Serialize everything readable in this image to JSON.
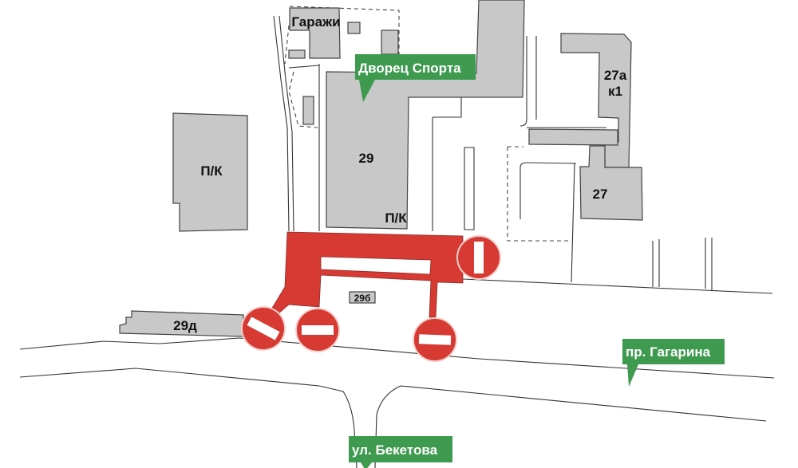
{
  "map": {
    "buildings": {
      "garages": "Гаражи",
      "sport_palace_number": "29",
      "sport_palace_pk": "П/К",
      "left_pk": "П/К",
      "b27a": "27а",
      "b27a_k": "к1",
      "b27": "27",
      "b29b": "29б",
      "b29d": "29д"
    },
    "callouts": {
      "sport_palace": "Дворец Спорта",
      "gagarina": "пр. Гагарина",
      "beketova": "ул. Бекетова"
    },
    "colors": {
      "closed_zone": "#d63a33",
      "callout": "#3d9a4e",
      "building": "#c8c8c8"
    },
    "signs": [
      "no-entry-sign",
      "no-entry-sign",
      "no-entry-sign",
      "no-entry-sign"
    ]
  }
}
